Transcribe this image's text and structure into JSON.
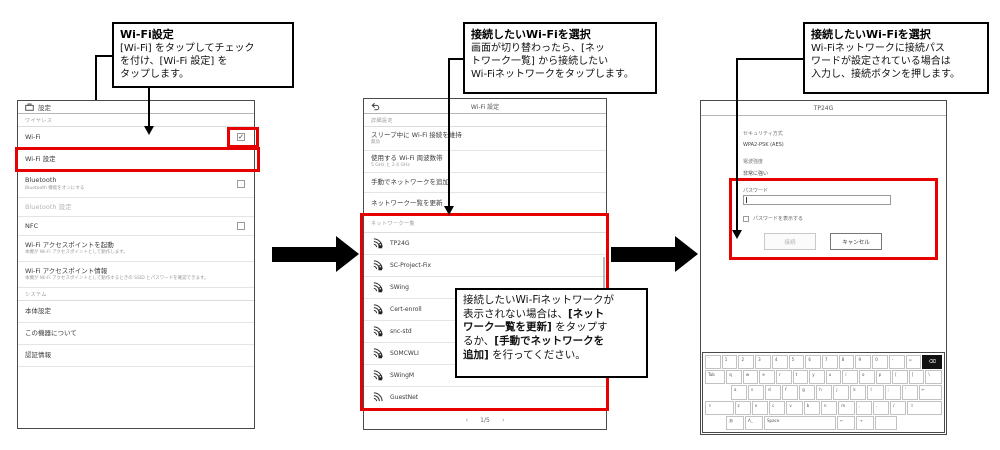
{
  "callouts": {
    "step1": {
      "title": "Wi-Fi設定",
      "body": "[Wi-Fi] をタップしてチェック\nを付け、[Wi-Fi 設定] を\nタップします。"
    },
    "step2": {
      "title": "接続したいWi-Fiを選択",
      "body": "画面が切り替わったら、[ネッ\nトワーク一覧] から接続したい\nWi-Fiネットワークをタップします。"
    },
    "step3": {
      "title": "接続したいWi-Fiを選択",
      "body": "Wi-Fiネットワークに接続パス\nワードが設定されている場合は\n入力し、接続ボタンを押します。"
    },
    "note": {
      "segments": [
        {
          "t": "接続したいWi-Fiネットワークが\n表示されない場合は、",
          "b": false
        },
        {
          "t": "[ネット\nワーク一覧を更新]",
          "b": true
        },
        {
          "t": " をタップす\nるか、",
          "b": false
        },
        {
          "t": "[手動でネットワークを\n追加]",
          "b": true
        },
        {
          "t": " を行ってください。",
          "b": false
        }
      ]
    }
  },
  "panel1": {
    "header": "設定",
    "section_wireless": "ワイヤレス",
    "wifi_label": "Wi-Fi",
    "wifi_settings_label": "Wi-Fi 設定",
    "bluetooth_label": "Bluetooth",
    "bluetooth_sub": "Bluetooth 機能をオンにする",
    "bluetooth_settings_label": "Bluetooth 設定",
    "nfc_label": "NFC",
    "ap_start_label": "Wi-Fi アクセスポイントを起動",
    "ap_start_sub": "本機が Wi-Fi アクセスポイントとして動作します。",
    "ap_info_label": "Wi-Fi アクセスポイント情報",
    "ap_info_sub": "本機が Wi-Fi アクセスポイントとして動作するときの SSID とパスワードを確認できます。",
    "section_system": "システム",
    "device_settings_label": "本体設定",
    "about_label": "この機器について",
    "credentials_label": "認証情報"
  },
  "panel2": {
    "title": "Wi-Fi 設定",
    "section_advanced": "詳細設定",
    "keep_label": "スリープ中に Wi-Fi 接続を維持",
    "keep_sub": "無効",
    "band_label": "使用する Wi-Fi 周波数帯",
    "band_sub": "5 GHz と 2.4 GHz",
    "manual_label": "手動でネットワークを追加",
    "refresh_label": "ネットワーク一覧を更新",
    "section_networks": "ネットワーク一覧",
    "networks": [
      {
        "name": "TP24G",
        "secured": true
      },
      {
        "name": "SC-Project-Fix",
        "secured": true
      },
      {
        "name": "SWing",
        "secured": true
      },
      {
        "name": "Cert-enroll",
        "secured": true
      },
      {
        "name": "snc-std",
        "secured": true
      },
      {
        "name": "SOMCWLI",
        "secured": true
      },
      {
        "name": "SWingM",
        "secured": true
      },
      {
        "name": "GuestNet",
        "secured": false
      }
    ],
    "pagination": {
      "prev": "‹",
      "page": "1/5",
      "next": "›"
    }
  },
  "panel3": {
    "title": "TP24G",
    "security_label": "セキュリティ方式",
    "security_value": "WPA2-PSK (AES)",
    "signal_label": "電波強度",
    "signal_value": "非常に強い",
    "password_label": "パスワード",
    "password_value": "",
    "show_password_label": "パスワードを表示する",
    "connect_label": "接続",
    "cancel_label": "キャンセル",
    "keyboard": {
      "rows": [
        [
          [
            "`",
            1
          ],
          [
            "1",
            1
          ],
          [
            "2",
            1
          ],
          [
            "3",
            1
          ],
          [
            "4",
            1
          ],
          [
            "5",
            1
          ],
          [
            "6",
            1
          ],
          [
            "7",
            1
          ],
          [
            "8",
            1
          ],
          [
            "9",
            1
          ],
          [
            "0",
            1
          ],
          [
            "-",
            1
          ],
          [
            "=",
            1
          ],
          [
            "⌫",
            1.5,
            "dark"
          ]
        ],
        [
          [
            "Tab",
            1.4
          ],
          [
            "q",
            1
          ],
          [
            "w",
            1
          ],
          [
            "e",
            1
          ],
          [
            "r",
            1
          ],
          [
            "t",
            1
          ],
          [
            "y",
            1
          ],
          [
            "u",
            1
          ],
          [
            "i",
            1
          ],
          [
            "o",
            1
          ],
          [
            "p",
            1
          ],
          [
            "[",
            1
          ],
          [
            "]",
            1
          ],
          [
            "\\",
            1.1
          ]
        ],
        [
          [
            "",
            1.9,
            "ghost"
          ],
          [
            "a",
            1
          ],
          [
            "s",
            1
          ],
          [
            "d",
            1
          ],
          [
            "f",
            1
          ],
          [
            "g",
            1
          ],
          [
            "h",
            1
          ],
          [
            "j",
            1
          ],
          [
            "k",
            1
          ],
          [
            "l",
            1
          ],
          [
            ";",
            1
          ],
          [
            "'",
            1
          ],
          [
            "↵",
            1.6
          ]
        ],
        [
          [
            "⇧",
            2.0
          ],
          [
            "z",
            1
          ],
          [
            "x",
            1
          ],
          [
            "c",
            1
          ],
          [
            "v",
            1
          ],
          [
            "b",
            1
          ],
          [
            "n",
            1
          ],
          [
            "m",
            1
          ],
          [
            ",",
            1
          ],
          [
            ".",
            1
          ],
          [
            "/",
            1
          ],
          [
            "⇧",
            2.5
          ]
        ],
        [
          [
            "",
            1.3,
            "ghost"
          ],
          [
            "あ",
            1
          ],
          [
            "A_",
            1
          ],
          [
            "Space",
            4.9
          ],
          [
            "←",
            1
          ],
          [
            "→",
            1
          ],
          [
            "",
            1.3
          ],
          [
            "",
            3.0,
            "ghost"
          ]
        ]
      ]
    }
  },
  "icons": {
    "check": "✓"
  },
  "colors": {
    "highlight_red": "#e60000",
    "arrow_black": "#000000"
  }
}
